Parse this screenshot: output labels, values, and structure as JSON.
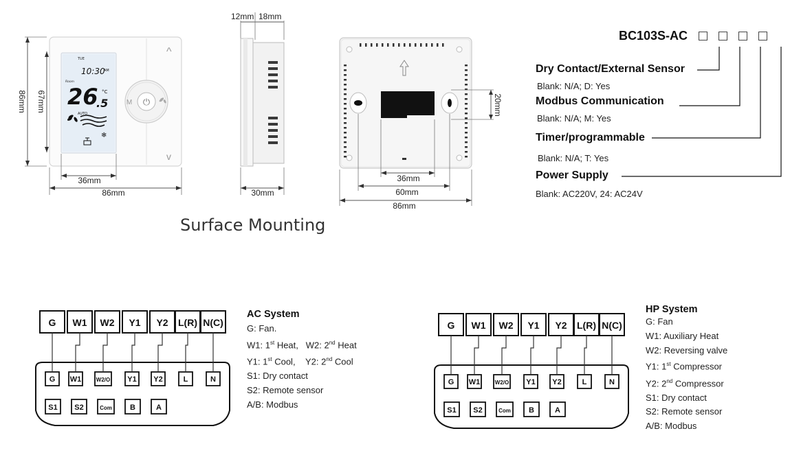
{
  "dimensions": {
    "front_height": "86mm",
    "front_width": "86mm",
    "screen_height": "67mm",
    "screen_width": "36mm",
    "side_depth_top1": "12mm",
    "side_depth_top2": "18mm",
    "side_depth_bottom": "30mm",
    "back_hole_height": "20mm",
    "back_inner_width": "36mm",
    "back_mid_width": "60mm",
    "back_total_width": "86mm"
  },
  "lcd": {
    "day": "TUE",
    "time": "10:30",
    "ampm": "AM",
    "room_label": "Room",
    "temp_int": "26",
    "temp_dec": ".5",
    "unit": "°C",
    "mode": "AUTO"
  },
  "buttons": {
    "up": "^",
    "down": "v",
    "left": "M",
    "power": "⏻"
  },
  "section_title": "Surface Mounting",
  "model": {
    "code": "BC103S-AC",
    "options": [
      {
        "name": "Dry Contact/External Sensor",
        "values": "Blank: N/A; D: Yes"
      },
      {
        "name": "Modbus Communication",
        "values": "Blank: N/A; M: Yes"
      },
      {
        "name": "Timer/programmable",
        "values": "Blank: N/A; T: Yes"
      },
      {
        "name": "Power Supply",
        "values": "Blank: AC220V, 24: AC24V"
      }
    ]
  },
  "wiring": {
    "top_terminals": [
      "G",
      "W1",
      "W2",
      "Y1",
      "Y2",
      "L(R)",
      "N(C)"
    ],
    "board_row1": [
      "G",
      "W1",
      "W2/O",
      "Y1",
      "Y2",
      "L",
      "N"
    ],
    "board_row2": [
      "S1",
      "S2",
      "Com",
      "B",
      "A"
    ]
  },
  "ac_system": {
    "title": "AC System",
    "g": "G: Fan.",
    "w1": "W1: 1",
    "w1_sup": "st",
    "w1_rest": " Heat,",
    "w2": "W2: 2",
    "w2_sup": "nd",
    "w2_rest": " Heat",
    "y1": "Y1: 1",
    "y1_sup": "st",
    "y1_rest": " Cool,",
    "y2": "Y2: 2",
    "y2_sup": "nd",
    "y2_rest": " Cool",
    "s1": "S1: Dry contact",
    "s2": "S2: Remote sensor",
    "ab": "A/B: Modbus"
  },
  "hp_system": {
    "title": "HP System",
    "g": "G: Fan",
    "w1": "W1: Auxiliary Heat",
    "w2": "W2: Reversing valve",
    "y1": "Y1: 1",
    "y1_sup": "st",
    "y1_rest": " Compressor",
    "y2": "Y2: 2",
    "y2_sup": "nd",
    "y2_rest": " Compressor",
    "s1": "S1: Dry contact",
    "s2": "S2: Remote sensor",
    "ab": "A/B: Modbus"
  }
}
